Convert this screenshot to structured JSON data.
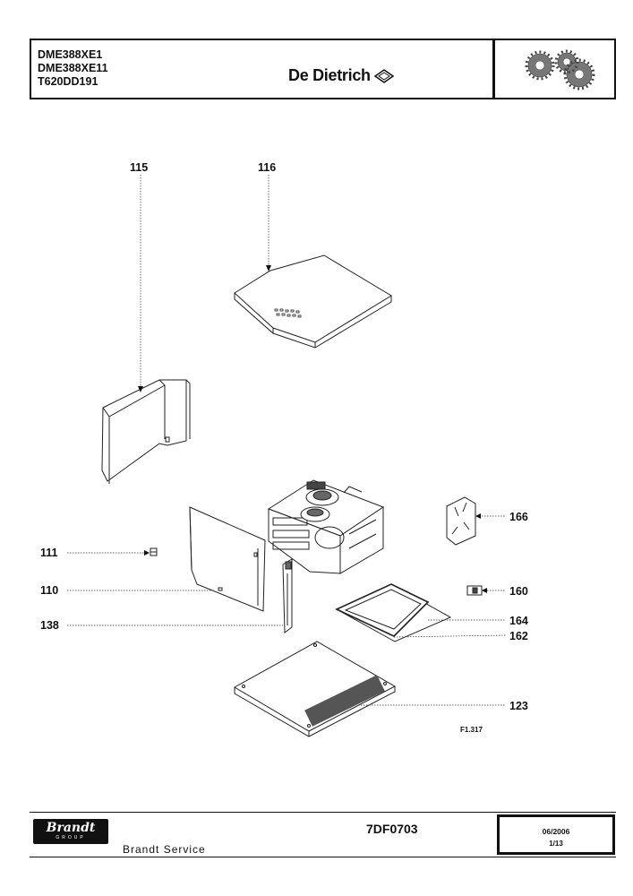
{
  "header": {
    "models": [
      "DME388XE1",
      "DME388XE11",
      "T620DD191"
    ],
    "brand": "De Dietrich"
  },
  "callouts": {
    "c115": "115",
    "c116": "116",
    "c166": "166",
    "c111": "111",
    "c160": "160",
    "c110": "110",
    "c164": "164",
    "c138": "138",
    "c162": "162",
    "c123": "123"
  },
  "figure_ref": "F1.317",
  "footer": {
    "logo": "Brandt",
    "logo_sub": "GROUP",
    "service": "Brandt Service",
    "doc_ref": "7DF0703",
    "date": "06/2006",
    "page": "1/13"
  }
}
